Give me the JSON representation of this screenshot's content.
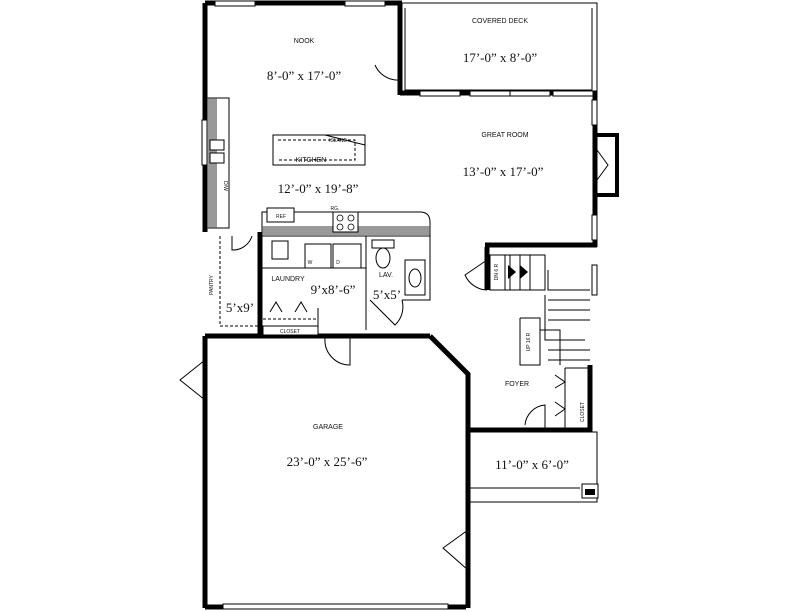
{
  "rooms": {
    "nook": {
      "name": "NOOK",
      "dim": "8’-0” x 17’-0”"
    },
    "covered_deck": {
      "name": "COVERED DECK",
      "dim": "17’-0” x 8’-0”"
    },
    "great_room": {
      "name": "GREAT ROOM",
      "dim": "13’-0” x 17’-0”"
    },
    "kitchen": {
      "name": "KITCHEN",
      "dim": "12’-0” x 19’-8”"
    },
    "laundry": {
      "name": "LAUNDRY",
      "dim": "9’x8’-6”"
    },
    "lav": {
      "name": "LAV.",
      "dim": "5’x5’"
    },
    "pantry": {
      "name": "PANTRY",
      "dim": "5’x9’"
    },
    "garage": {
      "name": "GARAGE",
      "dim": "23’-0” x 25’-6”"
    },
    "foyer": {
      "name": "FOYER"
    },
    "porch": {
      "dim": "11’-0” x 6’-0”"
    }
  },
  "fixtures": {
    "island": "ISLAND",
    "ref": "REF",
    "range": "RG.",
    "dw": "D/W",
    "washer": "W",
    "dryer": "D",
    "closet_laundry": "CLOSET",
    "closet_foyer": "CLOSET",
    "stair_down": "DN 6 R",
    "stair_up": "UP 16 R"
  }
}
